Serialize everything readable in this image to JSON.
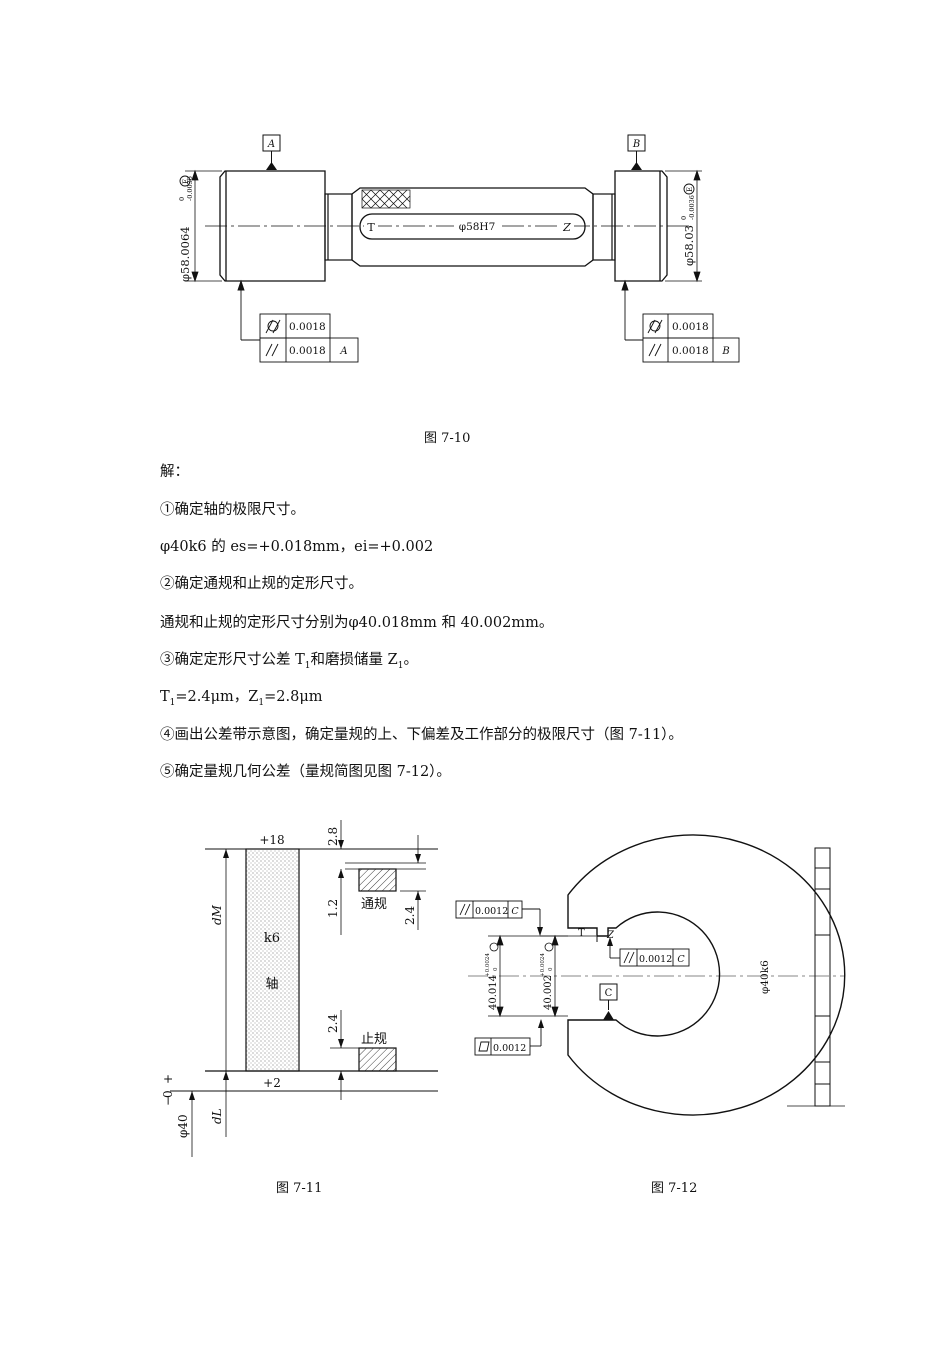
{
  "fig1": {
    "datum_a": "A",
    "datum_b": "B",
    "left_dim": "φ58.0064",
    "left_dim_upper": "0",
    "left_dim_lower": "-0.0036",
    "right_dim": "φ58.03",
    "right_dim_upper": "0",
    "right_dim_lower": "-0.0036",
    "center_label": "φ58H7",
    "t_label": "T",
    "z_label": "Z",
    "left_tol1": "0.0018",
    "left_tol2": "0.0018",
    "left_tol2_datum": "A",
    "right_tol1": "0.0018",
    "right_tol2": "0.0018",
    "right_tol2_datum": "B",
    "caption": "图 7-10"
  },
  "text": {
    "jie": "解：",
    "step1": "①确定轴的极限尺寸。",
    "line1": "φ40k6 的 es=+0.018mm，ei=+0.002",
    "step2": "②确定通规和止规的定形尺寸。",
    "line2": "通规和止规的定形尺寸分别为φ40.018mm 和 40.002mm。",
    "step3_a": "③确定定形尺寸公差 T",
    "step3_b": "1",
    "step3_c": "和磨损储量 Z",
    "step3_d": "1",
    "step3_e": "。",
    "line3_a": "T",
    "line3_b": "1",
    "line3_c": "=2.4μm，Z",
    "line3_d": "1",
    "line3_e": "=2.8μm",
    "step4": "④画出公差带示意图，确定量规的上、下偏差及工作部分的极限尺寸（图 7-11）。",
    "step5": "⑤确定量规几何公差（量规简图见图 7-12）。"
  },
  "fig2": {
    "top_val": "+18",
    "bottom_val": "+2",
    "dim_28": "2.8",
    "dim_12": "1.2",
    "dim_24a": "2.4",
    "dim_24b": "2.4",
    "tongui": "通规",
    "zhigui": "止规",
    "k6": "k6",
    "zhou": "轴",
    "dm": "dM",
    "dl": "dL",
    "plus": "+",
    "zero": "0",
    "minus": "−",
    "phi40": "φ40",
    "caption": "图 7-11"
  },
  "fig3": {
    "tol_top": "0.0012",
    "tol_top_datum": "C",
    "tol_mid": "0.0012",
    "tol_mid_datum": "C",
    "tol_bottom": "0.0012",
    "datum_c": "C",
    "t_label": "T",
    "z_label": "Z",
    "dim_left": "40.014",
    "dim_left_sup": "+0.0024",
    "dim_left_sub": "0",
    "dim_right": "40.002",
    "dim_right_sup": "+0.0024",
    "dim_right_sub": "0",
    "phi40k6": "φ40k6",
    "caption": "图 7-12"
  }
}
